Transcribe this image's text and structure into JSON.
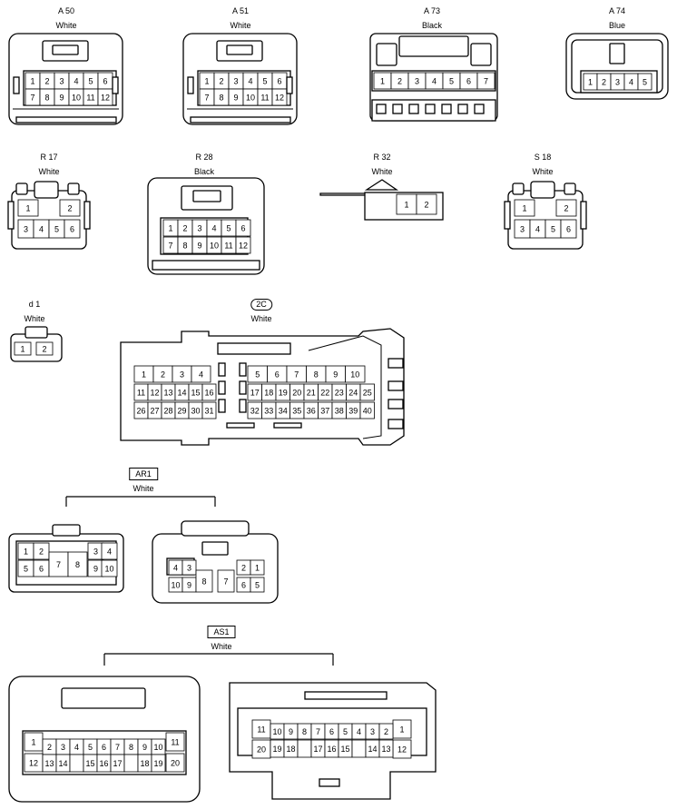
{
  "connectors": {
    "A50": {
      "code": "A 50",
      "color": "White"
    },
    "A51": {
      "code": "A 51",
      "color": "White"
    },
    "A73": {
      "code": "A 73",
      "color": "Black"
    },
    "A74": {
      "code": "A 74",
      "color": "Blue"
    },
    "R17": {
      "code": "R 17",
      "color": "White"
    },
    "R28": {
      "code": "R 28",
      "color": "Black"
    },
    "R32": {
      "code": "R 32",
      "color": "White"
    },
    "S18": {
      "code": "S 18",
      "color": "White"
    },
    "d1": {
      "code": "d 1",
      "color": "White"
    },
    "C2": {
      "code": "2C",
      "color": "White"
    },
    "AR1": {
      "code": "AR1",
      "color": "White"
    },
    "AS1": {
      "code": "AS1",
      "color": "White"
    }
  }
}
